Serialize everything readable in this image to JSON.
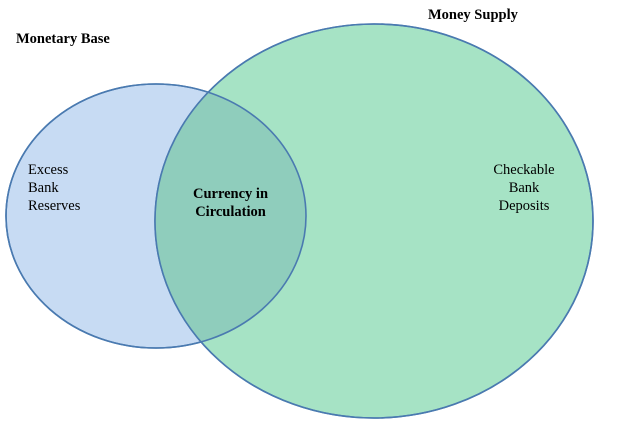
{
  "diagram": {
    "titles": {
      "left": "Monetary Base",
      "right": "Money Supply"
    },
    "regions": {
      "left_only": [
        "Excess",
        "Bank",
        "Reserves"
      ],
      "overlap": [
        "Currency in",
        "Circulation"
      ],
      "right_only": [
        "Checkable",
        "Bank",
        "Deposits"
      ]
    },
    "colors": {
      "left_fill": "#c7dbf3",
      "right_fill": "#a6e3c5",
      "overlap_fill": "#8fcdbc",
      "stroke": "#4a7ab0"
    }
  }
}
